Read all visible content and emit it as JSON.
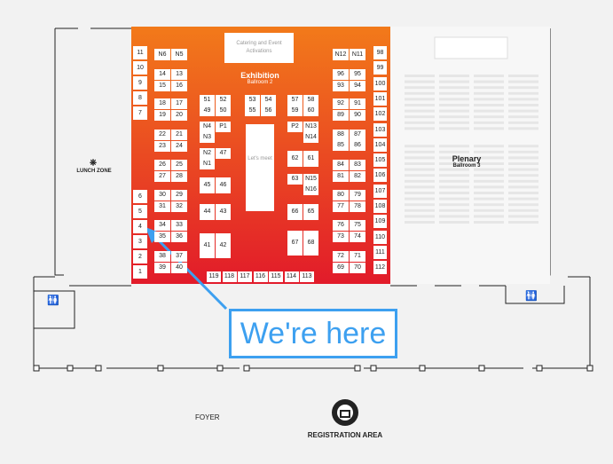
{
  "map": {
    "colors": {
      "background": "#f2f2f2",
      "hall_gradient_top": "#f27a1a",
      "hall_gradient_bottom": "#e21b2a",
      "booth_fill": "#ffffff",
      "callout_blue": "#3da0f0"
    },
    "exhibition": {
      "title": "Exhibition",
      "subtitle": "Ballroom 2"
    },
    "catering": {
      "label": "Catering and Event Activations"
    },
    "lets_meet": {
      "label": "Let's meet"
    },
    "plenary": {
      "title": "Plenary",
      "subtitle": "Ballroom 3"
    },
    "lunch_zone": {
      "label": "LUNCH ZONE",
      "icon": "fork-knife-icon"
    },
    "foyer": {
      "label": "FOYER"
    },
    "registration": {
      "label": "REGISTRATION AREA",
      "icon": "badge-icon"
    },
    "restrooms": {
      "icon": "restroom-icon"
    },
    "callout": {
      "text": "We're here"
    },
    "booths": {
      "left_column": [
        "11",
        "10",
        "9",
        "8",
        "7"
      ],
      "left_lower": [
        "6",
        "5",
        "4",
        "3",
        "2",
        "1"
      ],
      "top_pair_a": [
        "N6",
        "N5"
      ],
      "top_pair_b": [
        "N12",
        "N11"
      ],
      "col_a": [
        [
          "14",
          "13"
        ],
        [
          "15",
          "16"
        ],
        [
          "18",
          "17"
        ],
        [
          "19",
          "20"
        ],
        [
          "22",
          "21"
        ],
        [
          "23",
          "24"
        ],
        [
          "26",
          "25"
        ],
        [
          "27",
          "28"
        ],
        [
          "30",
          "29"
        ],
        [
          "31",
          "32"
        ],
        [
          "34",
          "33"
        ],
        [
          "35",
          "36"
        ],
        [
          "38",
          "37"
        ],
        [
          "39",
          "40"
        ]
      ],
      "col_b": [
        [
          "51",
          "52"
        ],
        [
          "49",
          "50"
        ],
        [
          "N4",
          "P1"
        ],
        [
          "N3",
          ""
        ],
        [
          "N2",
          "47"
        ],
        [
          "N1",
          ""
        ],
        [
          "45",
          "46"
        ],
        [
          "44",
          "43"
        ],
        [
          "41",
          "42"
        ]
      ],
      "col_c": [
        [
          "53",
          "54"
        ],
        [
          "55",
          "56"
        ]
      ],
      "col_d": [
        [
          "57",
          "58"
        ],
        [
          "59",
          "60"
        ],
        [
          "P2",
          "N13"
        ],
        [
          "",
          "N14"
        ],
        [
          "62",
          "61"
        ],
        [
          "63",
          "N15"
        ],
        [
          "",
          "N16"
        ],
        [
          "66",
          "65"
        ],
        [
          "67",
          "68"
        ]
      ],
      "col_e": [
        [
          "96",
          "95"
        ],
        [
          "93",
          "94"
        ],
        [
          "92",
          "91"
        ],
        [
          "89",
          "90"
        ],
        [
          "88",
          "87"
        ],
        [
          "85",
          "86"
        ],
        [
          "84",
          "83"
        ],
        [
          "81",
          "82"
        ],
        [
          "80",
          "79"
        ],
        [
          "77",
          "78"
        ],
        [
          "76",
          "75"
        ],
        [
          "73",
          "74"
        ],
        [
          "72",
          "71"
        ],
        [
          "69",
          "70"
        ]
      ],
      "right_column": [
        "98",
        "99",
        "100",
        "101",
        "102",
        "103",
        "104",
        "105",
        "106",
        "107",
        "108",
        "109",
        "110",
        "111",
        "112"
      ],
      "bottom_row": [
        "119",
        "118",
        "117",
        "116",
        "115",
        "114",
        "113"
      ]
    }
  }
}
